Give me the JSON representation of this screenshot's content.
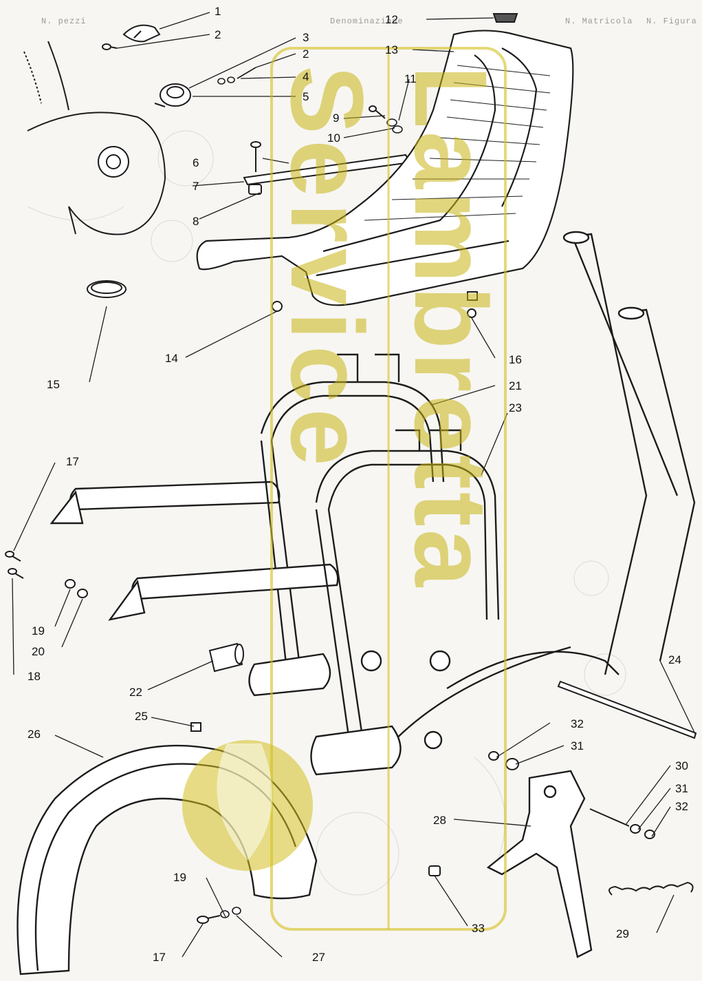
{
  "header": {
    "col_figure": "N. Figura",
    "col_part": "N. Matricola",
    "col_description": "Denominazione",
    "col_qty": "N. pezzi"
  },
  "watermark": {
    "line1": "Lambretta",
    "line2": "Service",
    "color": "#d4c020"
  },
  "callouts": [
    "1",
    "2",
    "3",
    "2",
    "4",
    "5",
    "6",
    "7",
    "8",
    "9",
    "10",
    "11",
    "12",
    "13",
    "14",
    "15",
    "16",
    "17",
    "18",
    "19",
    "20",
    "21",
    "22",
    "23",
    "24",
    "25",
    "26",
    "27",
    "28",
    "29",
    "30",
    "31",
    "32",
    "31",
    "32",
    "33",
    "19",
    "17"
  ],
  "colors": {
    "ink": "#1c1c1c",
    "paper": "#f7f6f2",
    "watermark": "#d4c020"
  }
}
